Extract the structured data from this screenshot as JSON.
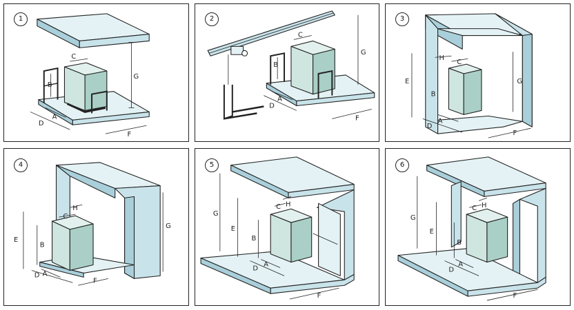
{
  "panels": [
    {
      "number": "1",
      "labels": {
        "A": "A",
        "B": "B",
        "C": "C",
        "D": "D",
        "F": "F",
        "G": "G"
      }
    },
    {
      "number": "2",
      "labels": {
        "A": "A",
        "B": "B",
        "C": "C",
        "D": "D",
        "F": "F",
        "G": "G"
      }
    },
    {
      "number": "3",
      "labels": {
        "A": "A",
        "B": "B",
        "C": "C",
        "D": "D",
        "E": "E",
        "F": "F",
        "G": "G",
        "H": "H"
      }
    },
    {
      "number": "4",
      "labels": {
        "A": "A",
        "B": "B",
        "C": "C",
        "D": "D",
        "E": "E",
        "F": "F",
        "G": "G",
        "H": "H"
      }
    },
    {
      "number": "5",
      "labels": {
        "A": "A",
        "B": "B",
        "C": "C",
        "D": "D",
        "E": "E",
        "F": "F",
        "G": "G",
        "H": "H"
      }
    },
    {
      "number": "6",
      "labels": {
        "A": "A",
        "B": "B",
        "C": "C",
        "D": "D",
        "E": "E",
        "F": "F",
        "G": "G",
        "H": "H"
      }
    }
  ],
  "colors": {
    "cabinet_front": "#cfe6e0",
    "cabinet_side": "#a9cfc6",
    "cabinet_top": "#e2f1ed",
    "structure_light": "#e4f2f5",
    "structure_mid": "#c9e3ea",
    "structure_dark": "#a9cfda",
    "line": "#222222"
  }
}
